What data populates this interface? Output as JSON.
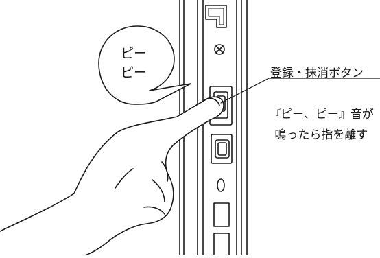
{
  "speech_bubble": {
    "line1": "ピー",
    "line2": "ピー"
  },
  "callout": {
    "label": "登録・抹消ボタン"
  },
  "note": {
    "line1": "『ピー、ピー』音が",
    "line2": "鳴ったら指を離す"
  }
}
